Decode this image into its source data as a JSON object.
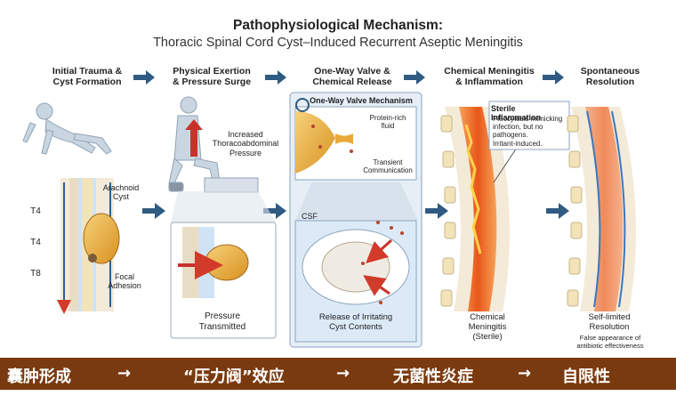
{
  "header": {
    "title": "Pathophysiological Mechanism:",
    "subtitle": "Thoracic Spinal Cord Cyst–Induced Recurrent Aseptic Meningitis"
  },
  "stages": [
    {
      "label": "Initial Trauma &\nCyst Formation"
    },
    {
      "label": "Physical Exertion\n& Pressure Surge"
    },
    {
      "label": "One-Way Valve &\nChemical Release"
    },
    {
      "label": "Chemical Meningitis\n& Inflammation"
    },
    {
      "label": "Spontaneous\nResolution"
    }
  ],
  "panel1": {
    "levels": [
      "T4",
      "T4",
      "T8"
    ],
    "arachnoid_cyst": "Arachnoid\nCyst",
    "focal_adhesion": "Focal\nAdhesion"
  },
  "panel2": {
    "pressure_note": "Increased\nThoracoabdominal\nPressure",
    "caption": "Pressure\nTransmitted"
  },
  "panel3": {
    "inset_title": "One-Way Valve Mechanism",
    "protein_fluid": "Protein-rich\nfluid",
    "transient": "Transient\nCommunication",
    "csf": "CSF",
    "caption": "Release of Irritating\nCyst Contents"
  },
  "panel4": {
    "callout_title": "Sterile Inflammation",
    "callout_text": "Pleocytosis mimicking\ninfection, but no\npathogens.\nIrritant-induced.",
    "caption": "Chemical\nMeningitis\n(Sterile)"
  },
  "panel5": {
    "caption": "Self-limited\nResolution",
    "subcaption": "False appearance of\nantibiotic effectiveness"
  },
  "bottom_bar": {
    "step1": "囊肿形成",
    "arrow1": "→",
    "step2": "“压力阀”效应",
    "arrow2": "→",
    "step3": "无菌性炎症",
    "arrow3": "→",
    "step4": "自限性"
  },
  "colors": {
    "arrow": "#2f5b82",
    "bar": "#7a3a10",
    "cyst": "#e8a93a",
    "inflammation": "#e8641e",
    "csf_blue": "#4a8fd0"
  }
}
